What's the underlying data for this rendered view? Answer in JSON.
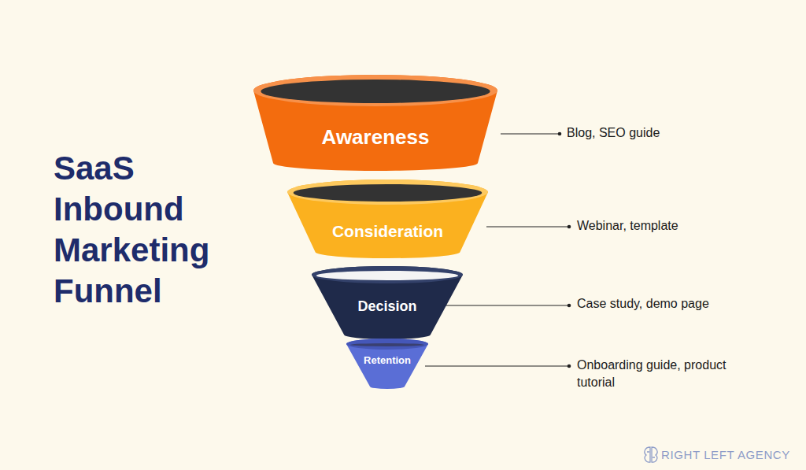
{
  "diagram": {
    "title": "SaaS Inbound Marketing Funnel",
    "nodes": [
      {
        "text": [
          "Awareness"
        ]
      },
      {
        "text": [
          "Consideration"
        ]
      },
      {
        "text": [
          "Decision"
        ]
      },
      {
        "text": [
          "Retention"
        ]
      }
    ],
    "labels": [
      "Blog, SEO guide",
      "Webinar, template",
      "Case study, demo page",
      "Onboarding guide, product tutorial",
      "RIGHT LEFT AGENCY"
    ]
  }
}
